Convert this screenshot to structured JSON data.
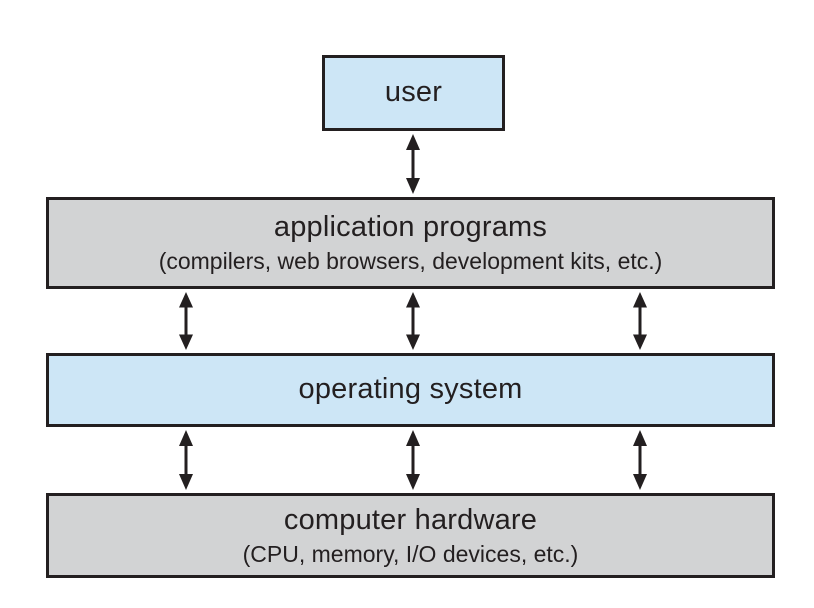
{
  "diagram": {
    "description": "layered view of computer system components",
    "layers": [
      {
        "id": "user",
        "label": "user",
        "sublabel": "",
        "fill": "#cde6f6"
      },
      {
        "id": "application-programs",
        "label": "application programs",
        "sublabel": "(compilers, web browsers, development kits, etc.)",
        "fill": "#d2d3d4"
      },
      {
        "id": "operating-system",
        "label": "operating system",
        "sublabel": "",
        "fill": "#cde6f6"
      },
      {
        "id": "computer-hardware",
        "label": "computer hardware",
        "sublabel": "(CPU, memory, I/O devices, etc.)",
        "fill": "#d2d3d4"
      }
    ],
    "connections": [
      {
        "from": "user",
        "to": "application-programs",
        "arrows": 1,
        "icon": "double-headed-vertical-arrow"
      },
      {
        "from": "application-programs",
        "to": "operating-system",
        "arrows": 3,
        "icon": "double-headed-vertical-arrow"
      },
      {
        "from": "operating-system",
        "to": "computer-hardware",
        "arrows": 3,
        "icon": "double-headed-vertical-arrow"
      }
    ],
    "colors": {
      "layer_blue": "#cde6f6",
      "layer_gray": "#d2d3d4",
      "border": "#231f20",
      "arrow": "#231f20",
      "background": "#ffffff"
    }
  }
}
